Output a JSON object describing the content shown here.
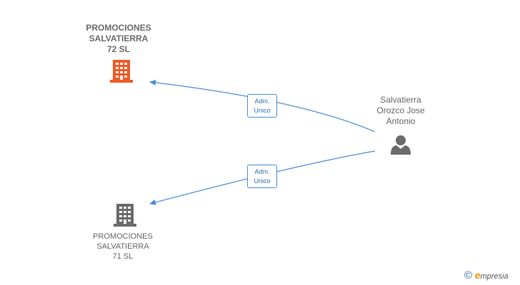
{
  "nodes": {
    "company_72": {
      "label": "PROMOCIONES\nSALVATIERRA\n72 SL",
      "color": "#f05a28"
    },
    "company_71": {
      "label": "PROMOCIONES\nSALVATIERRA\n71 SL",
      "color": "#6b6b6b"
    },
    "person": {
      "label": "Salvatierra\nOrozco Jose\nAntonio",
      "color": "#6b6b6b"
    }
  },
  "edges": [
    {
      "label": "Adm.\nUnico"
    },
    {
      "label": "Adm.\nUnico"
    }
  ],
  "edge_color": "#4a8cd8",
  "footer": {
    "copyright": "©",
    "brand_initial": "e",
    "brand_rest": "mpresia"
  }
}
